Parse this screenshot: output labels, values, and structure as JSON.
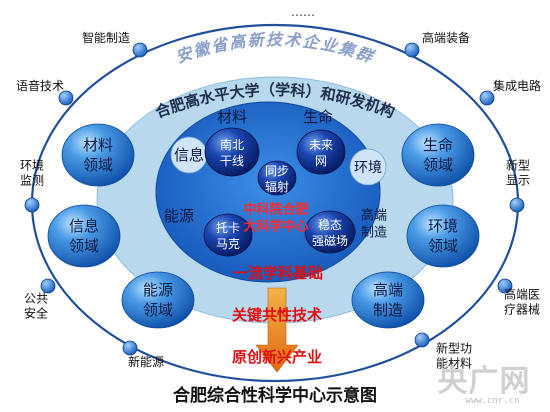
{
  "top_dots": "……",
  "outer_ring": {
    "title": "安徽省高新技术企业集群",
    "labels": [
      {
        "id": "zhineng",
        "text": "智能制造"
      },
      {
        "id": "gaoduan-zhuangbei",
        "text": "高端装备"
      },
      {
        "id": "yuyin",
        "text": "语音技术"
      },
      {
        "id": "jicheng",
        "text": "集成电路"
      },
      {
        "id": "huanjing-jiance",
        "text": "环境|监测"
      },
      {
        "id": "xinxing-xianshi",
        "text": "新型|显示"
      },
      {
        "id": "gonggong-anquan",
        "text": "公共|安全"
      },
      {
        "id": "gaoduan-yiliao",
        "text": "高端医|疗器械"
      },
      {
        "id": "xinnengyuan",
        "text": "新能源"
      },
      {
        "id": "xinxing-cailiao",
        "text": "新型功|能材料"
      }
    ]
  },
  "middle_ring": {
    "title": "合肥高水平大学（学科）和研发机构",
    "domains": [
      {
        "id": "cailiao",
        "text": "材料|领域"
      },
      {
        "id": "shengming",
        "text": "生命|领域"
      },
      {
        "id": "xinxi",
        "text": "信息|领域"
      },
      {
        "id": "huanjing",
        "text": "环境|领域"
      },
      {
        "id": "nengyuan",
        "text": "能源|领域"
      },
      {
        "id": "gaoduan-zhizao",
        "text": "高端|制造"
      }
    ]
  },
  "inner_ring": {
    "words": [
      {
        "id": "cailiao",
        "text": "材料"
      },
      {
        "id": "shengming",
        "text": "生命"
      },
      {
        "id": "xinxi",
        "text": "信息"
      },
      {
        "id": "huanjing",
        "text": "环境"
      },
      {
        "id": "nengyuan",
        "text": "能源"
      },
      {
        "id": "gaoduan-zhizao",
        "text": "高端|制造"
      }
    ],
    "facilities": [
      {
        "id": "nanbei",
        "text": "南北|干线"
      },
      {
        "id": "weilai",
        "text": "未来|网"
      },
      {
        "id": "tongbu",
        "text": "同步|辐射"
      },
      {
        "id": "tuoka",
        "text": "托卡|马克"
      },
      {
        "id": "wentai",
        "text": "稳态|强磁场"
      }
    ],
    "center": "中科院合肥|大科学中心",
    "foundation": "一流学科基础"
  },
  "flow": {
    "step1": "关键共性技术",
    "step2": "原创新兴产业"
  },
  "caption": "合肥综合性科学中心示意图",
  "watermark": "央广网",
  "watermark_sub": "www.cnr.cn",
  "colors": {
    "outer_ring_stroke": "#1f4e9a",
    "middle_fill": "#b8d8ee",
    "inner_fill": "#1f6fd0",
    "domain_ball": "#2f7fd8",
    "facility_ball": "#0b2f8a",
    "foundation_text": "#e01010",
    "arrow": "#e8801c"
  }
}
